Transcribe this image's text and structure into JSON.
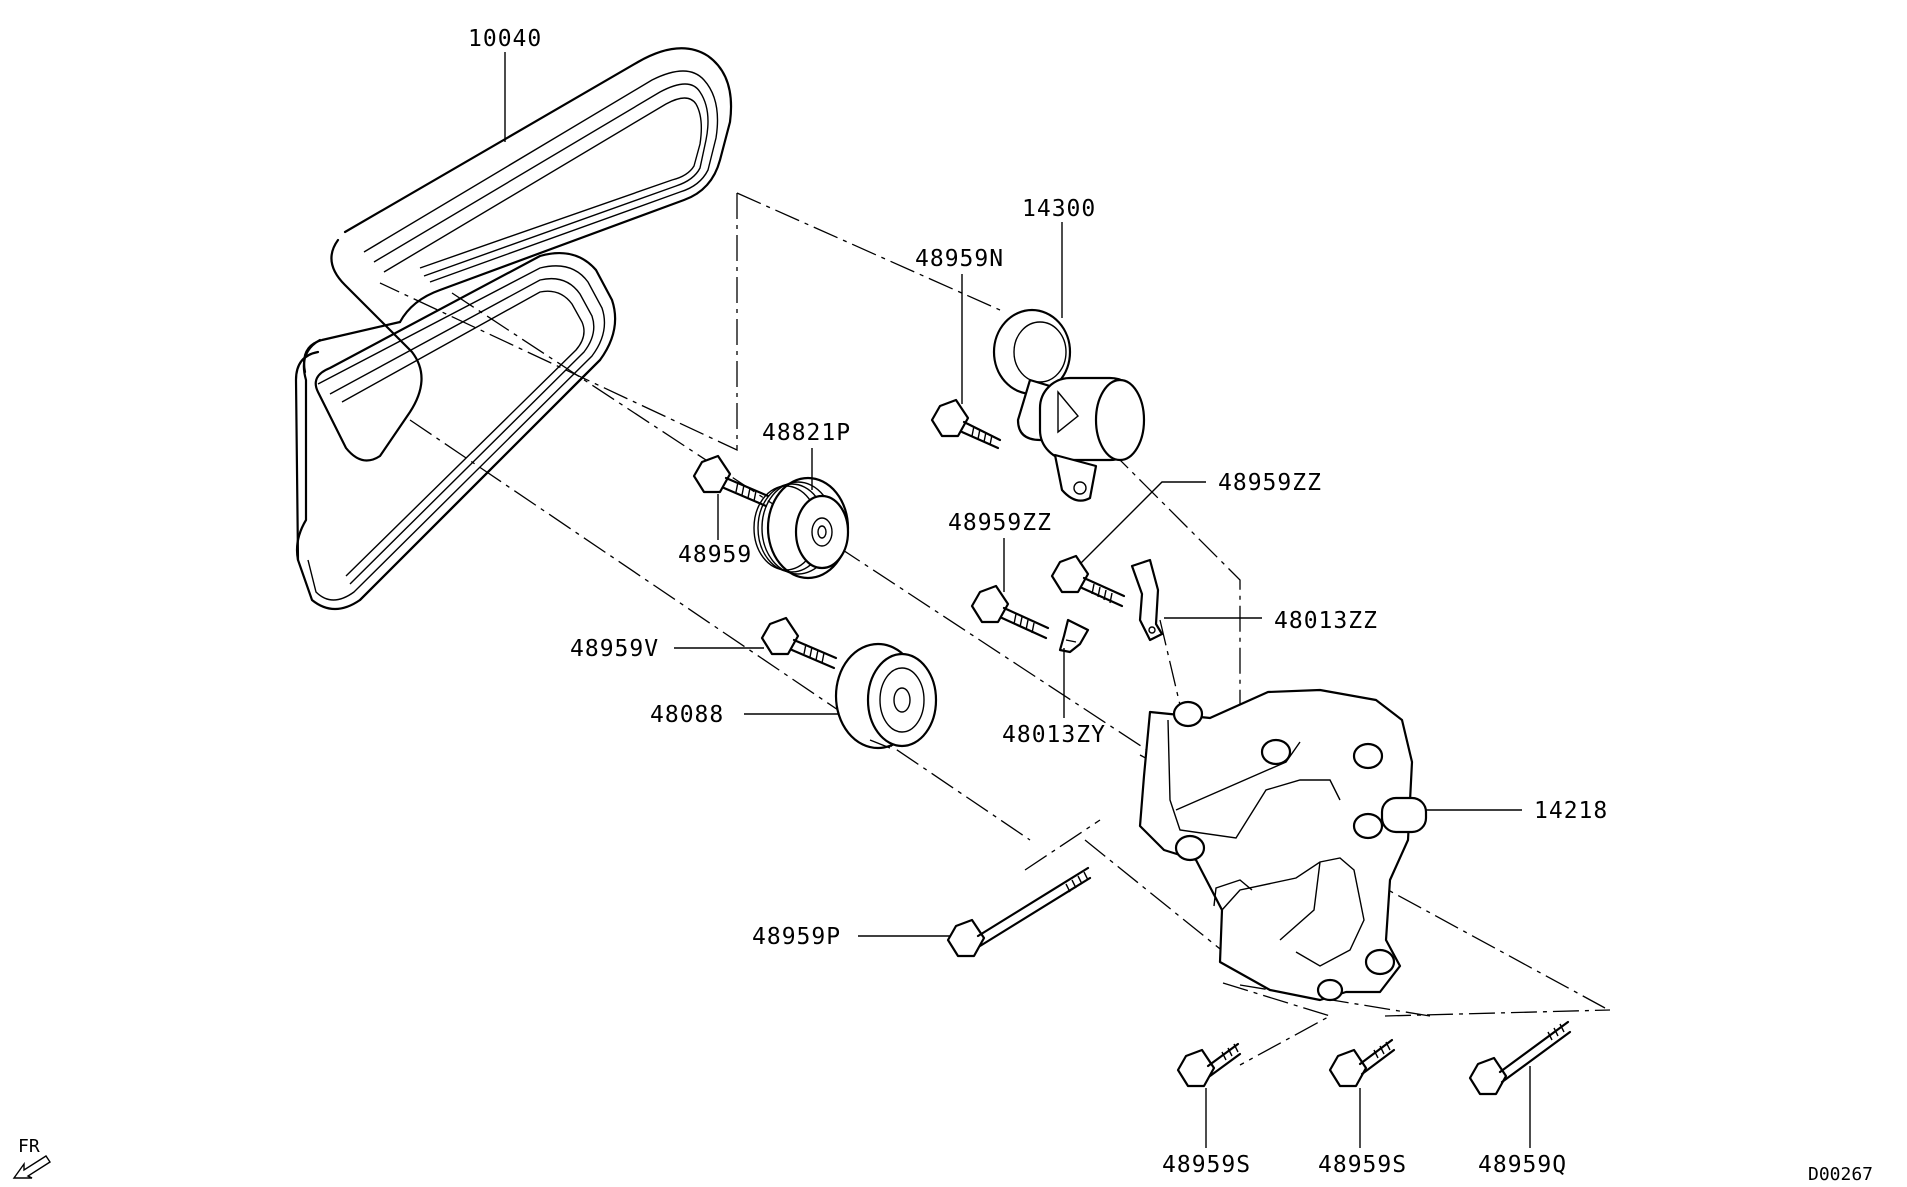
{
  "diagram": {
    "labels": {
      "belt": "10040",
      "tensioner": "14300",
      "tensioner_bolt": "48959N",
      "idler_pulley_upper": "48821P",
      "bolt_upper_pulley": "48959",
      "bolt_zz_left": "48959ZZ",
      "bolt_zz_right": "48959ZZ",
      "bracket_clip_right": "48013ZZ",
      "bracket_clip_left": "48013ZY",
      "bolt_lower_pulley": "48959V",
      "idler_pulley_lower": "48088",
      "bracket": "14218",
      "long_bolt": "48959P",
      "bolt_s_left": "48959S",
      "bolt_s_right": "48959S",
      "bolt_q": "48959Q"
    },
    "direction_marker": "FR",
    "drawing_code": "D00267"
  }
}
